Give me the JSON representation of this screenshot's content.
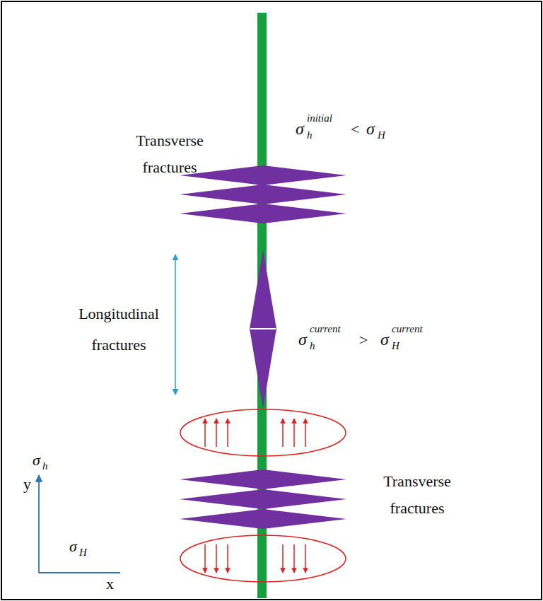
{
  "diagram": {
    "labels": [
      "Transverse fractures",
      "σ",
      "initial",
      "h",
      "<",
      "σ",
      "H",
      "Longitudinal fractures",
      "σ",
      "current",
      "h",
      ">",
      "σ",
      "current",
      "H",
      "Transverse fractures",
      "σ",
      "h",
      "y",
      "σ",
      "H",
      "x"
    ]
  }
}
